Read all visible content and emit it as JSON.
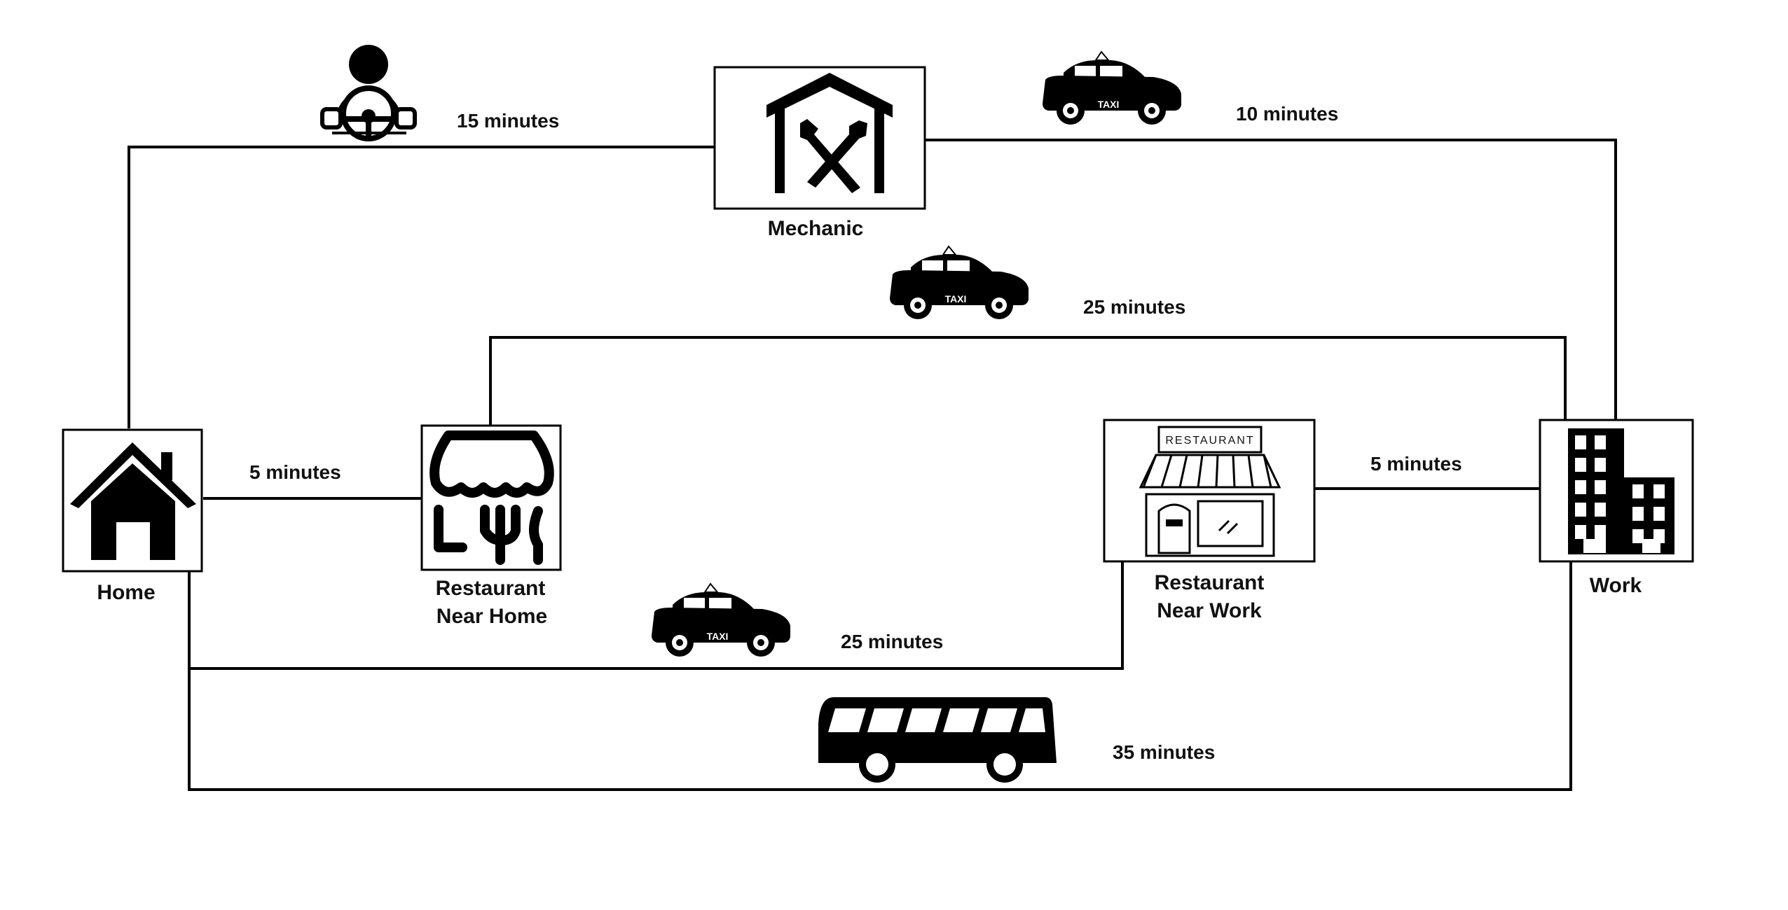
{
  "nodes": {
    "home": {
      "label": "Home",
      "icon": "house-icon"
    },
    "mechanic": {
      "label": "Mechanic",
      "icon": "garage-tools-icon"
    },
    "restaurant_home": {
      "label_line1": "Restaurant",
      "label_line2": "Near Home",
      "icon": "restaurant-awning-icon"
    },
    "restaurant_work": {
      "label_line1": "Restaurant",
      "label_line2": "Near Work",
      "sign_text": "RESTAURANT",
      "icon": "restaurant-storefront-icon"
    },
    "work": {
      "label": "Work",
      "icon": "office-building-icon"
    }
  },
  "routes": {
    "home_mechanic": {
      "time": "15 minutes",
      "mode": "driver-icon"
    },
    "mechanic_work": {
      "time": "10 minutes",
      "mode": "taxi-icon"
    },
    "resthome_work": {
      "time": "25 minutes",
      "mode": "taxi-icon"
    },
    "home_resthome": {
      "time": "5 minutes"
    },
    "restwork_work": {
      "time": "5 minutes"
    },
    "home_restwork": {
      "time": "25 minutes",
      "mode": "taxi-icon"
    },
    "home_work_bus": {
      "time": "35 minutes",
      "mode": "bus-icon"
    }
  },
  "taxi_sign": "TAXI",
  "colors": {
    "ink": "#000000",
    "background": "#ffffff"
  }
}
